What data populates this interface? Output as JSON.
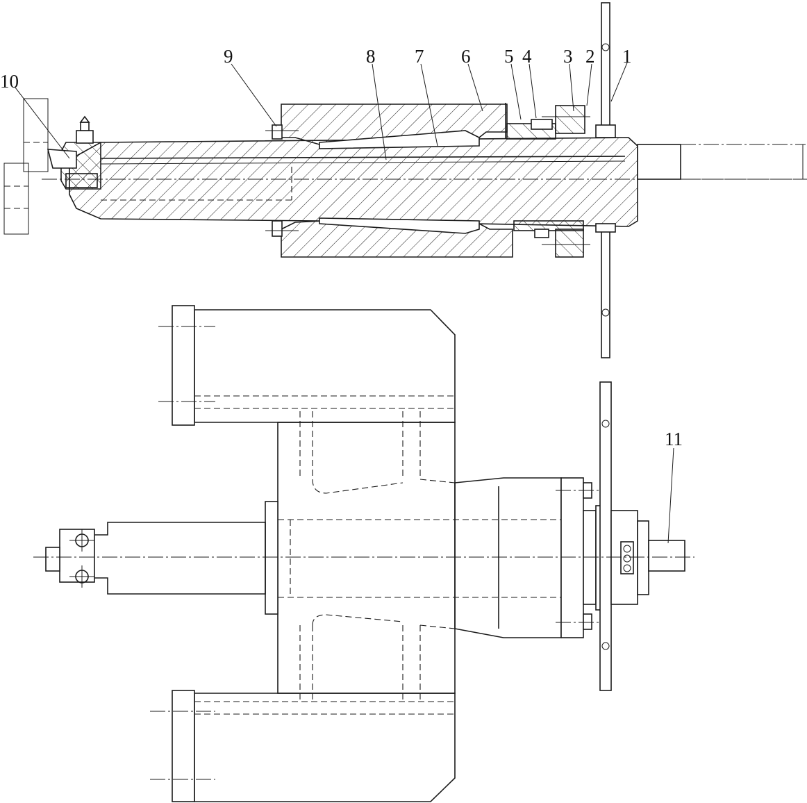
{
  "labels": {
    "p1": "1",
    "p2": "2",
    "p3": "3",
    "p4": "4",
    "p5": "5",
    "p6": "6",
    "p7": "7",
    "p8": "8",
    "p9": "9",
    "p10": "10",
    "p11": "11"
  },
  "colors": {
    "line": "#1a1a1a",
    "background": "#ffffff"
  }
}
